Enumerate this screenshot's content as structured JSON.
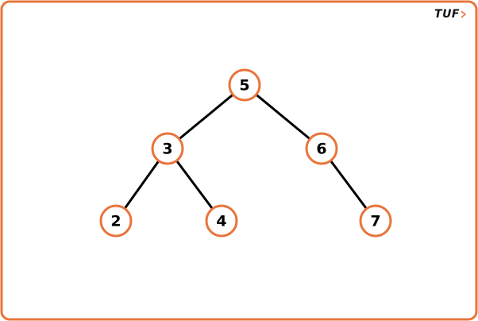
{
  "logo": {
    "text": "TUF",
    "icon": "chevron-right-icon"
  },
  "colors": {
    "accent": "#E8743B",
    "edge": "#000000",
    "node_fill": "#ffffff",
    "background": "#ffffff"
  },
  "tree": {
    "nodes": [
      {
        "id": "n5",
        "label": "5"
      },
      {
        "id": "n3",
        "label": "3"
      },
      {
        "id": "n6",
        "label": "6"
      },
      {
        "id": "n2",
        "label": "2"
      },
      {
        "id": "n4",
        "label": "4"
      },
      {
        "id": "n7",
        "label": "7"
      }
    ],
    "edges": [
      {
        "from": "n5",
        "to": "n3"
      },
      {
        "from": "n5",
        "to": "n6"
      },
      {
        "from": "n3",
        "to": "n2"
      },
      {
        "from": "n3",
        "to": "n4"
      },
      {
        "from": "n6",
        "to": "n7"
      }
    ]
  }
}
